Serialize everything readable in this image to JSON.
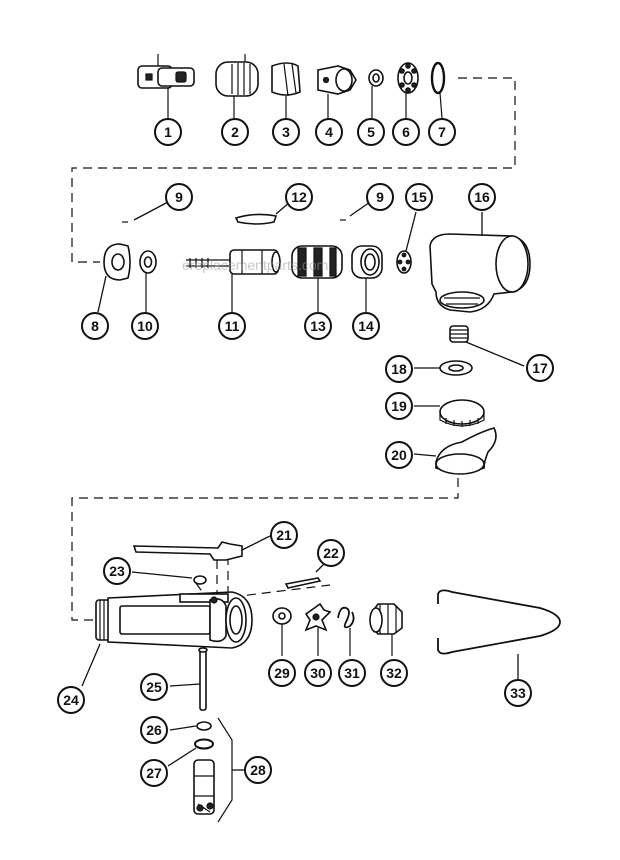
{
  "watermark": "ereplacementparts.com",
  "callouts": [
    "1",
    "2",
    "3",
    "4",
    "5",
    "6",
    "7",
    "8",
    "9",
    "9",
    "10",
    "11",
    "12",
    "13",
    "14",
    "15",
    "16",
    "17",
    "18",
    "19",
    "20",
    "21",
    "22",
    "23",
    "24",
    "25",
    "26",
    "27",
    "28",
    "29",
    "30",
    "31",
    "32",
    "33"
  ]
}
